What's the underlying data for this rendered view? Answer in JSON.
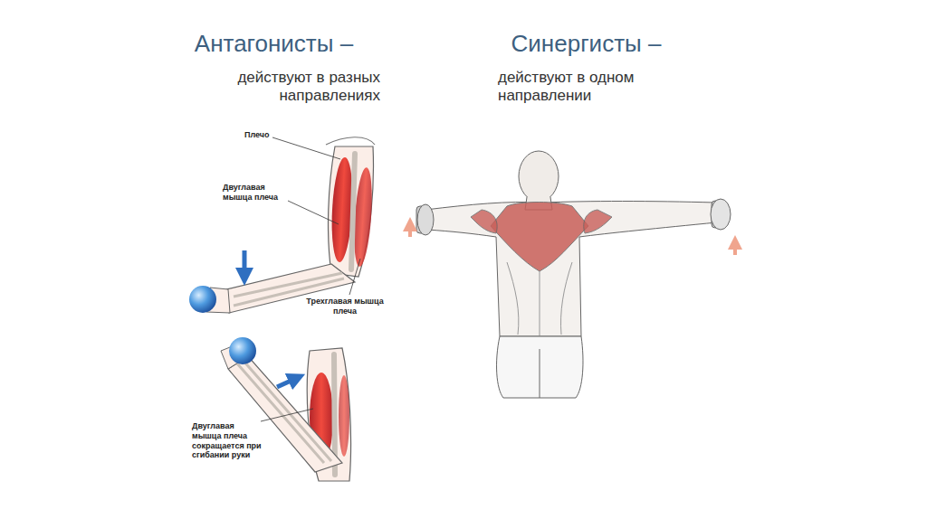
{
  "diagram": {
    "labels": [
      "Антагонисты –",
      "действуют в разных направлениях",
      "Синергисты –",
      "действуют в одном направлении",
      "Плечо",
      "Двуглавая мышца плеча",
      "Трехглавая мышца плеча",
      "Двуглавая мышца плеча сокращается при сгибании руки"
    ]
  }
}
